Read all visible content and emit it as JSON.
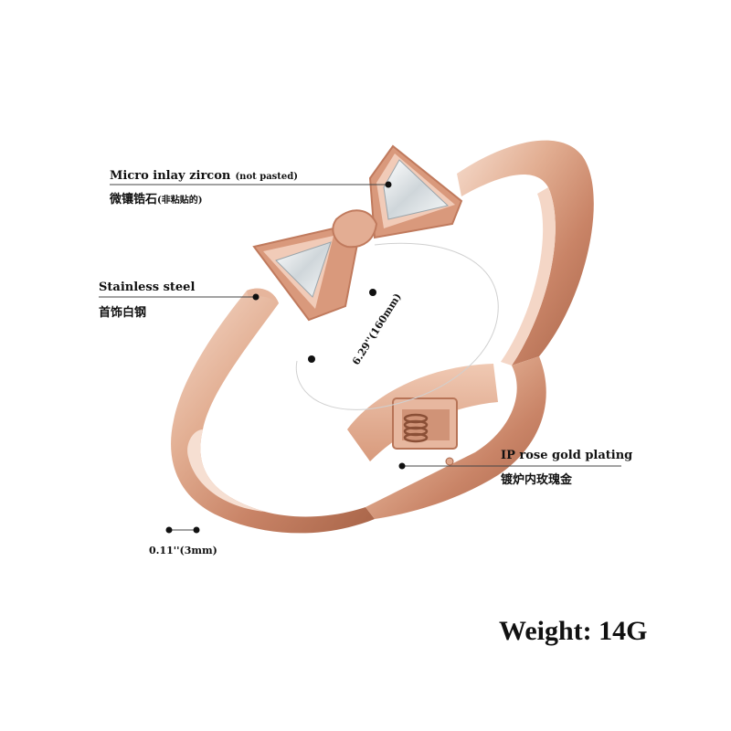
{
  "callouts": {
    "zircon": {
      "en": "Micro inlay zircon",
      "en_note": "(not pasted)",
      "cn": "微镶锆石",
      "cn_note": "(非粘贴的)"
    },
    "steel": {
      "en": "Stainless steel",
      "cn": "首饰白钢"
    },
    "plating": {
      "en": "IP rose gold plating",
      "cn": "镀炉内玫瑰金"
    }
  },
  "dimensions": {
    "circumference": "6.29''(160mm)",
    "width": "0.11''(3mm)"
  },
  "weight": "Weight: 14G",
  "colors": {
    "rose_gold_light": "#f3d2c0",
    "rose_gold_mid": "#dba387",
    "rose_gold_dark": "#9a5a3f",
    "zircon": "#e9eef0",
    "line": "#333333"
  }
}
